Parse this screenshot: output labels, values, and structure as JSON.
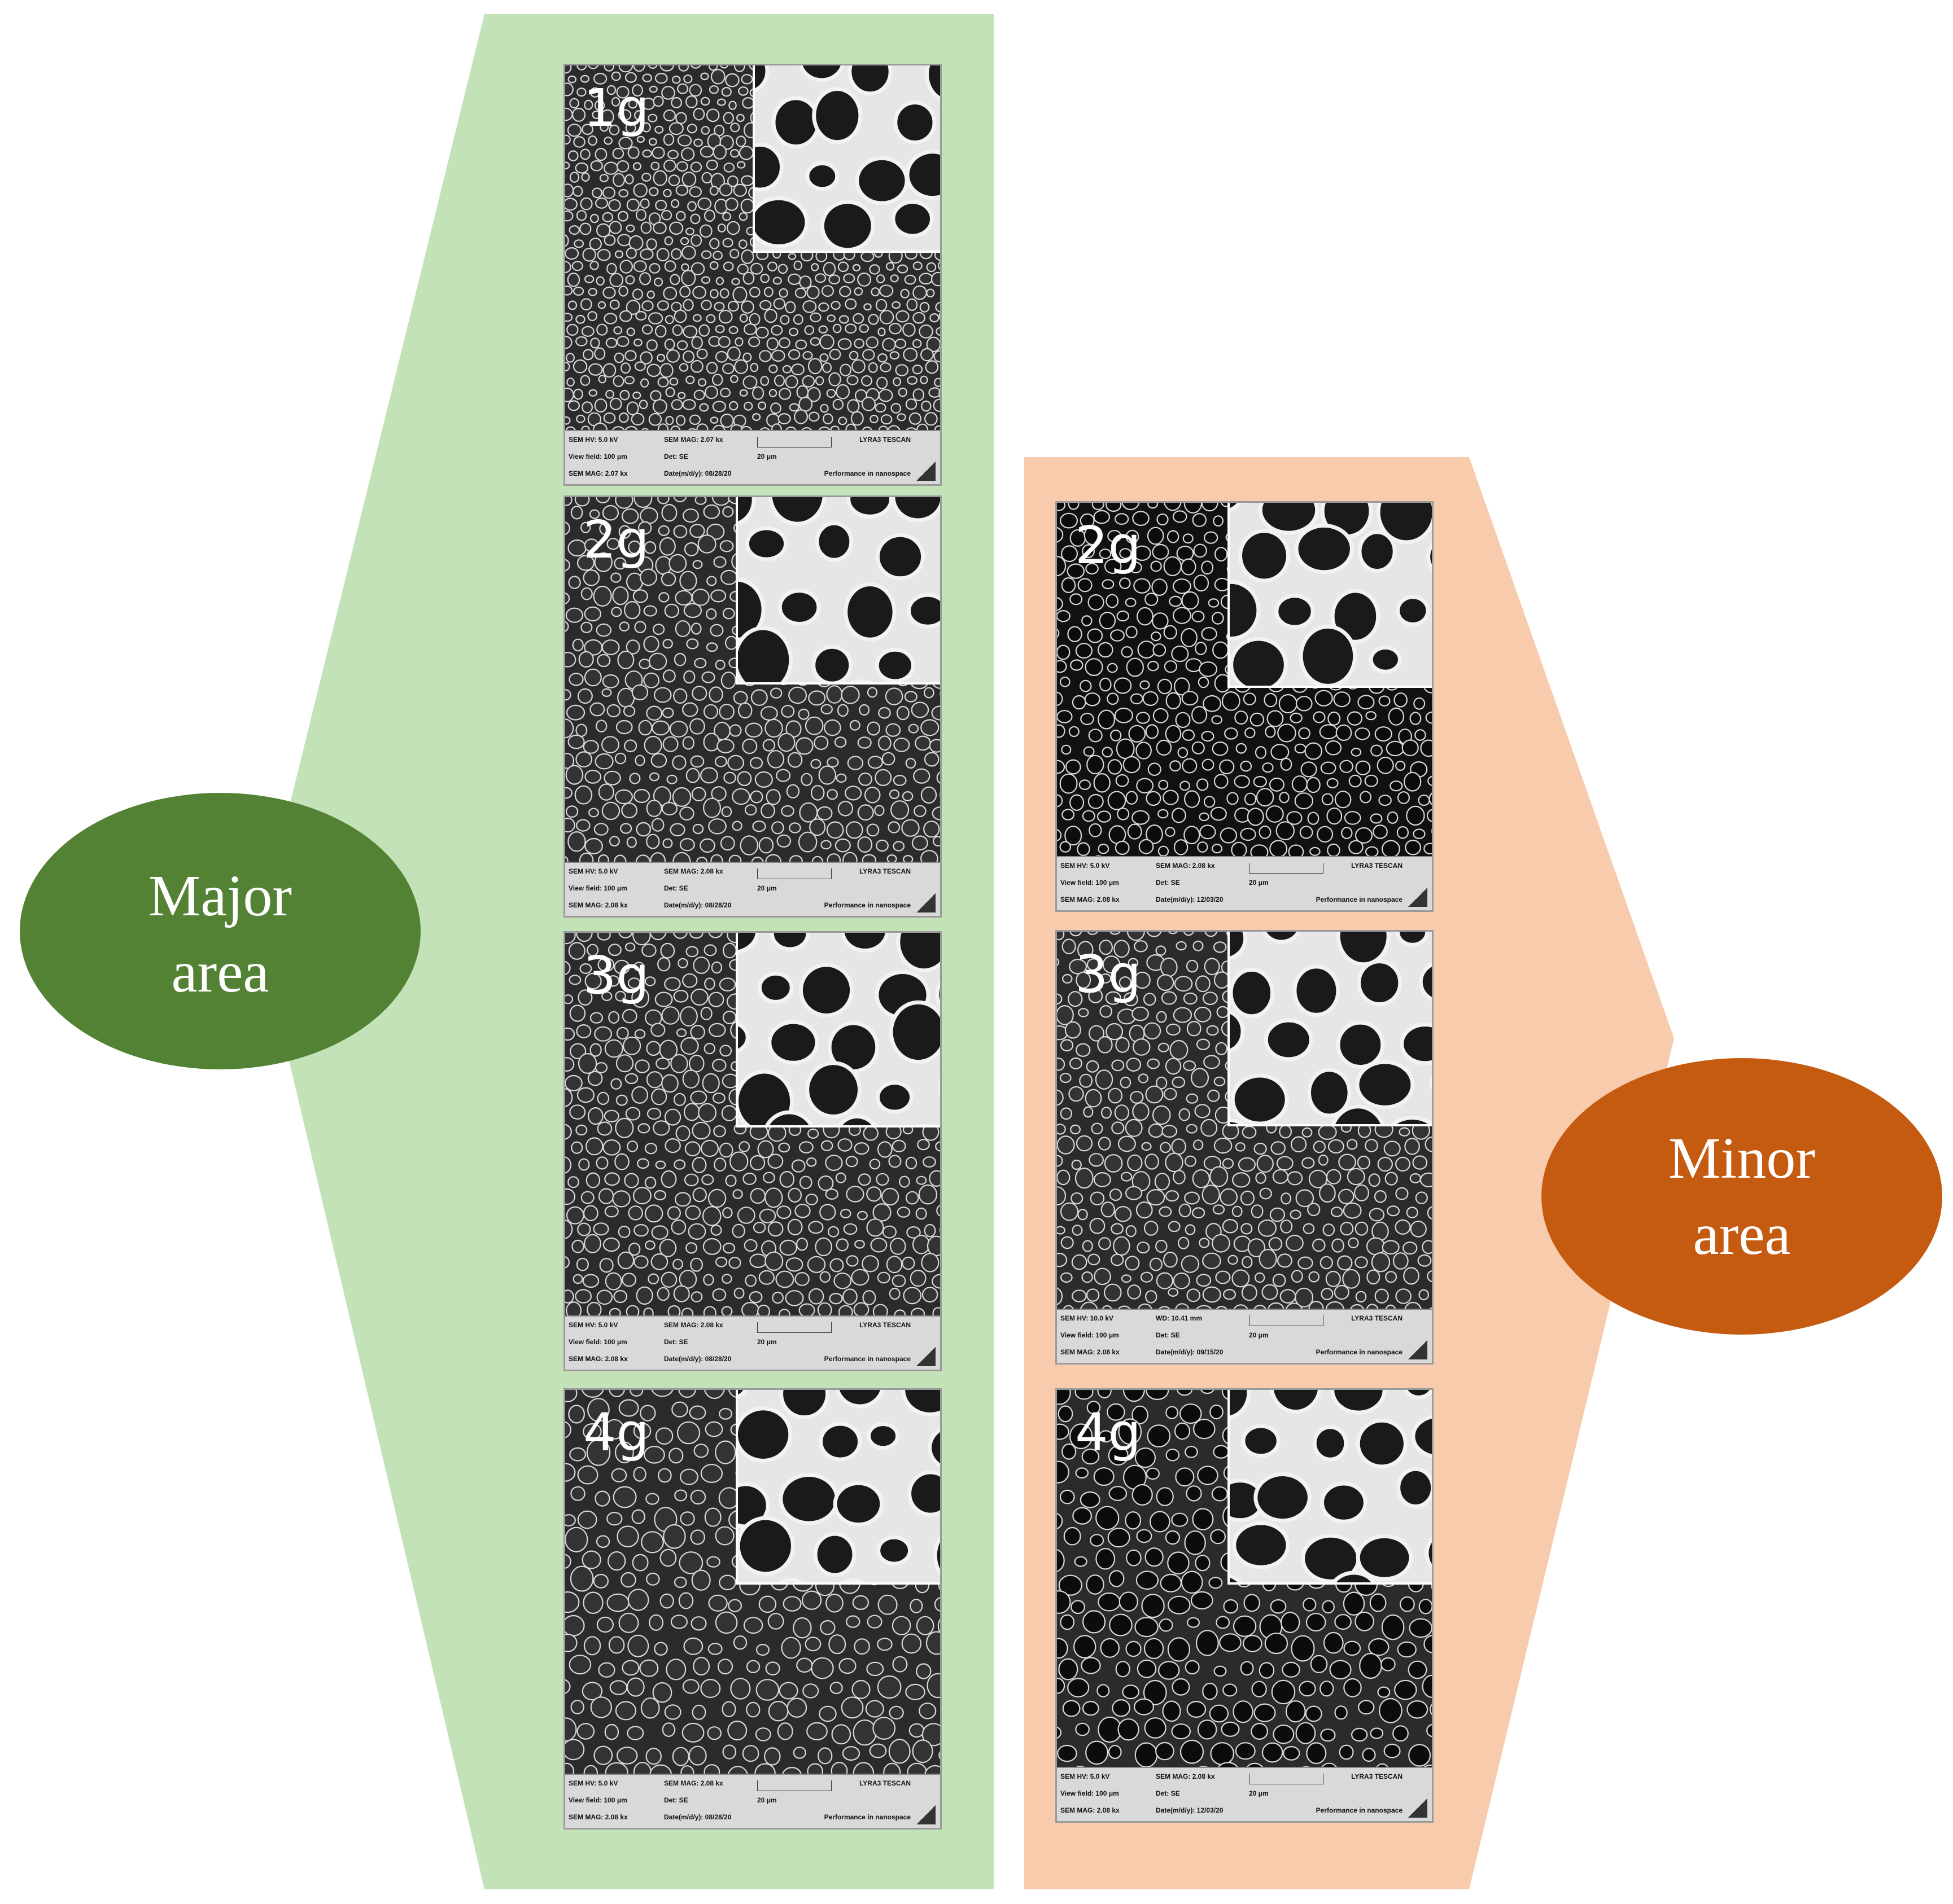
{
  "colors": {
    "major_fill": "#c4e2b8",
    "major_ellipse": "#548235",
    "minor_fill": "#f8cbad",
    "minor_ellipse": "#c55a11"
  },
  "major": {
    "label_line1": "Major",
    "label_line2": "area",
    "panels": [
      {
        "label": "1g",
        "bar": {
          "hv": "SEM HV: 5.0 kV",
          "mid1": "SEM MAG: 2.07 kx",
          "vf": "View field: 100 μm",
          "det": "Det: SE",
          "scale": "20 μm",
          "mag": "SEM MAG: 2.07 kx",
          "date": "Date(m/d/y): 08/28/20",
          "brand": "LYRA3 TESCAN",
          "slogan": "Performance in nanospace"
        }
      },
      {
        "label": "2g",
        "bar": {
          "hv": "SEM HV: 5.0 kV",
          "mid1": "SEM MAG: 2.08 kx",
          "vf": "View field: 100 μm",
          "det": "Det: SE",
          "scale": "20 μm",
          "mag": "SEM MAG: 2.08 kx",
          "date": "Date(m/d/y): 08/28/20",
          "brand": "LYRA3 TESCAN",
          "slogan": "Performance in nanospace"
        }
      },
      {
        "label": "3g",
        "bar": {
          "hv": "SEM HV: 5.0 kV",
          "mid1": "SEM MAG: 2.08 kx",
          "vf": "View field: 100 μm",
          "det": "Det: SE",
          "scale": "20 μm",
          "mag": "SEM MAG: 2.08 kx",
          "date": "Date(m/d/y): 08/28/20",
          "brand": "LYRA3 TESCAN",
          "slogan": "Performance in nanospace"
        }
      },
      {
        "label": "4g",
        "bar": {
          "hv": "SEM HV: 5.0 kV",
          "mid1": "SEM MAG: 2.08 kx",
          "vf": "View field: 100 μm",
          "det": "Det: SE",
          "scale": "20 μm",
          "mag": "SEM MAG: 2.08 kx",
          "date": "Date(m/d/y): 08/28/20",
          "brand": "LYRA3 TESCAN",
          "slogan": "Performance in nanospace"
        }
      }
    ]
  },
  "minor": {
    "label_line1": "Minor",
    "label_line2": "area",
    "panels": [
      {
        "label": "2g",
        "bar": {
          "hv": "SEM HV: 5.0 kV",
          "mid1": "SEM MAG: 2.08 kx",
          "vf": "View field: 100 μm",
          "det": "Det: SE",
          "scale": "20 μm",
          "mag": "SEM MAG: 2.08 kx",
          "date": "Date(m/d/y): 12/03/20",
          "brand": "LYRA3 TESCAN",
          "slogan": "Performance in nanospace"
        }
      },
      {
        "label": "3g",
        "bar": {
          "hv": "SEM HV: 10.0 kV",
          "mid1": "WD: 10.41 mm",
          "vf": "View field: 100 μm",
          "det": "Det: SE",
          "scale": "20 μm",
          "mag": "SEM MAG: 2.08 kx",
          "date": "Date(m/d/y): 09/15/20",
          "brand": "LYRA3 TESCAN",
          "slogan": "Performance in nanospace"
        }
      },
      {
        "label": "4g",
        "bar": {
          "hv": "SEM HV: 5.0 kV",
          "mid1": "SEM MAG: 2.08 kx",
          "vf": "View field: 100 μm",
          "det": "Det: SE",
          "scale": "20 μm",
          "mag": "SEM MAG: 2.08 kx",
          "date": "Date(m/d/y): 12/03/20",
          "brand": "LYRA3 TESCAN",
          "slogan": "Performance in nanospace"
        }
      }
    ]
  }
}
